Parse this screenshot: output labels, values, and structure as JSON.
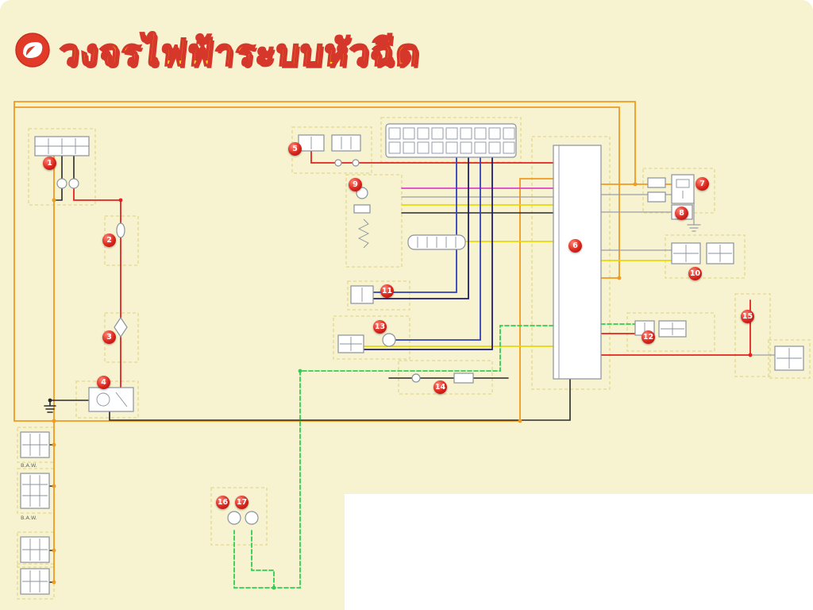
{
  "header": {
    "title": "วงจรไฟฟ้าระบบหัวฉีด"
  },
  "badges": [
    "1",
    "2",
    "3",
    "4",
    "5",
    "6",
    "7",
    "8",
    "9",
    "10",
    "11",
    "12",
    "13",
    "14",
    "15",
    "16",
    "17"
  ],
  "labels": {
    "block_a": "B.A.W.",
    "block_b": "B.A.W."
  },
  "colors": {
    "background": "#F7F2D0",
    "panel_white": "#FFFFFF",
    "title_fill": "#FFE112",
    "title_stroke": "#D6372B",
    "badge_red": "#D9251D",
    "wire_orange": "#F09A20",
    "wire_red": "#E42320",
    "wire_yellow": "#E8D806",
    "wire_green": "#2FCE50",
    "wire_blue": "#3240BE",
    "wire_navy": "#1D1D72",
    "wire_magenta": "#E23FC9",
    "wire_black": "#2B2B2B",
    "wire_gray": "#98A0A8",
    "component_stroke": "#8A939C",
    "outline_dash": "#E3D88E"
  }
}
